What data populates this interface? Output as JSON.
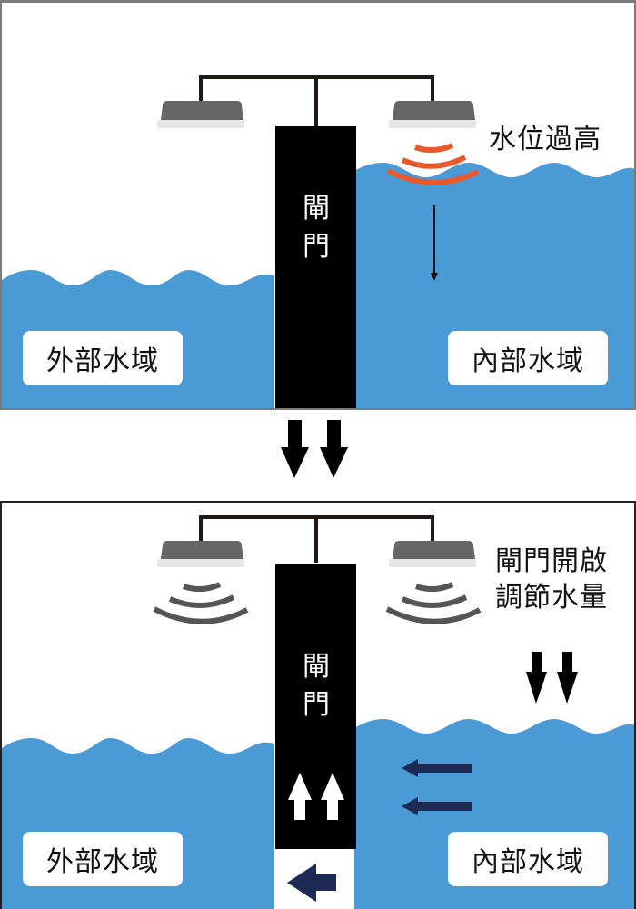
{
  "colors": {
    "water": "#4a9bd5",
    "gate": "#000000",
    "sensor_body": "#666666",
    "sensor_base": "#e6e6e6",
    "wire": "#231815",
    "alert_wave": "#e85a2c",
    "normal_wave": "#555555",
    "flow_arrow": "#1d2a55"
  },
  "top_panel": {
    "gate_label": [
      "閘",
      "門"
    ],
    "status_text": "水位過高",
    "outer_water_label": "外部水域",
    "inner_water_label": "內部水域"
  },
  "transition": {
    "icon": "double-down-arrow"
  },
  "bottom_panel": {
    "gate_label": [
      "閘",
      "門"
    ],
    "status_text_lines": [
      "閘門開啟",
      "調節水量"
    ],
    "outer_water_label": "外部水域",
    "inner_water_label": "內部水域"
  }
}
